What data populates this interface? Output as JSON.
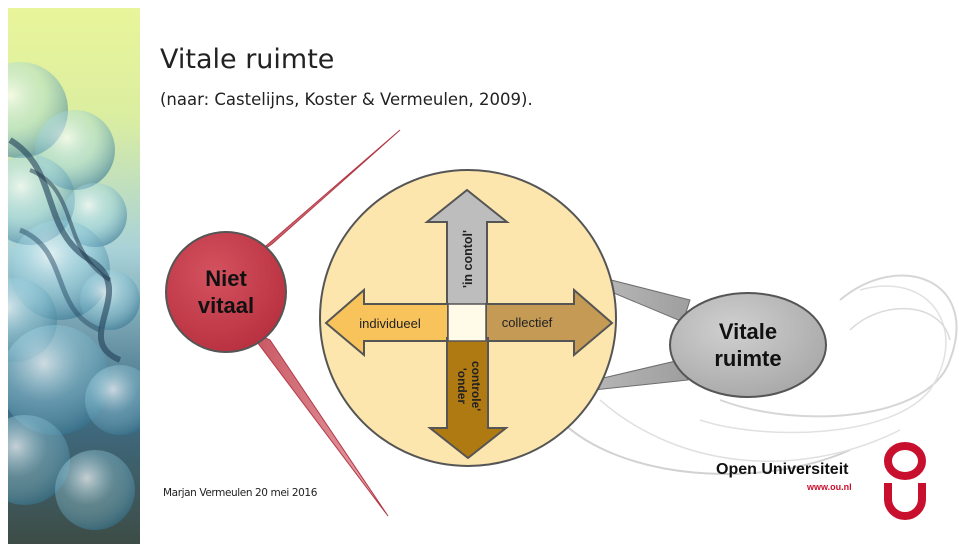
{
  "slide": {
    "title": "Vitale ruimte",
    "subtitle": "(naar: Castelijns, Koster & Vermeulen, 2009).",
    "footer": "Marjan Vermeulen 20 mei 2016"
  },
  "diagram": {
    "niet_vitaal": [
      "Niet",
      "vitaal"
    ],
    "vitale_ruimte": [
      "Vitale",
      "ruimte"
    ],
    "arrow_up": "'in contol'",
    "arrow_down": [
      "'onder",
      "controle'"
    ],
    "arrow_left": "individueel",
    "arrow_right": "collectief"
  },
  "branding": {
    "name": "Open Universiteit",
    "url": "www.ou.nl",
    "logo_icon": "ou-logo-icon",
    "brand_color": "#c8102e"
  },
  "colors": {
    "niet_vitaal": "#c8414f",
    "circle": "#fce6ad",
    "arrow_up": "#bdbdbd",
    "arrow_left": "#f9c35c",
    "arrow_right": "#c49a55",
    "arrow_down": "#b07a12",
    "vitale_ruimte": "#b9b9b9"
  }
}
